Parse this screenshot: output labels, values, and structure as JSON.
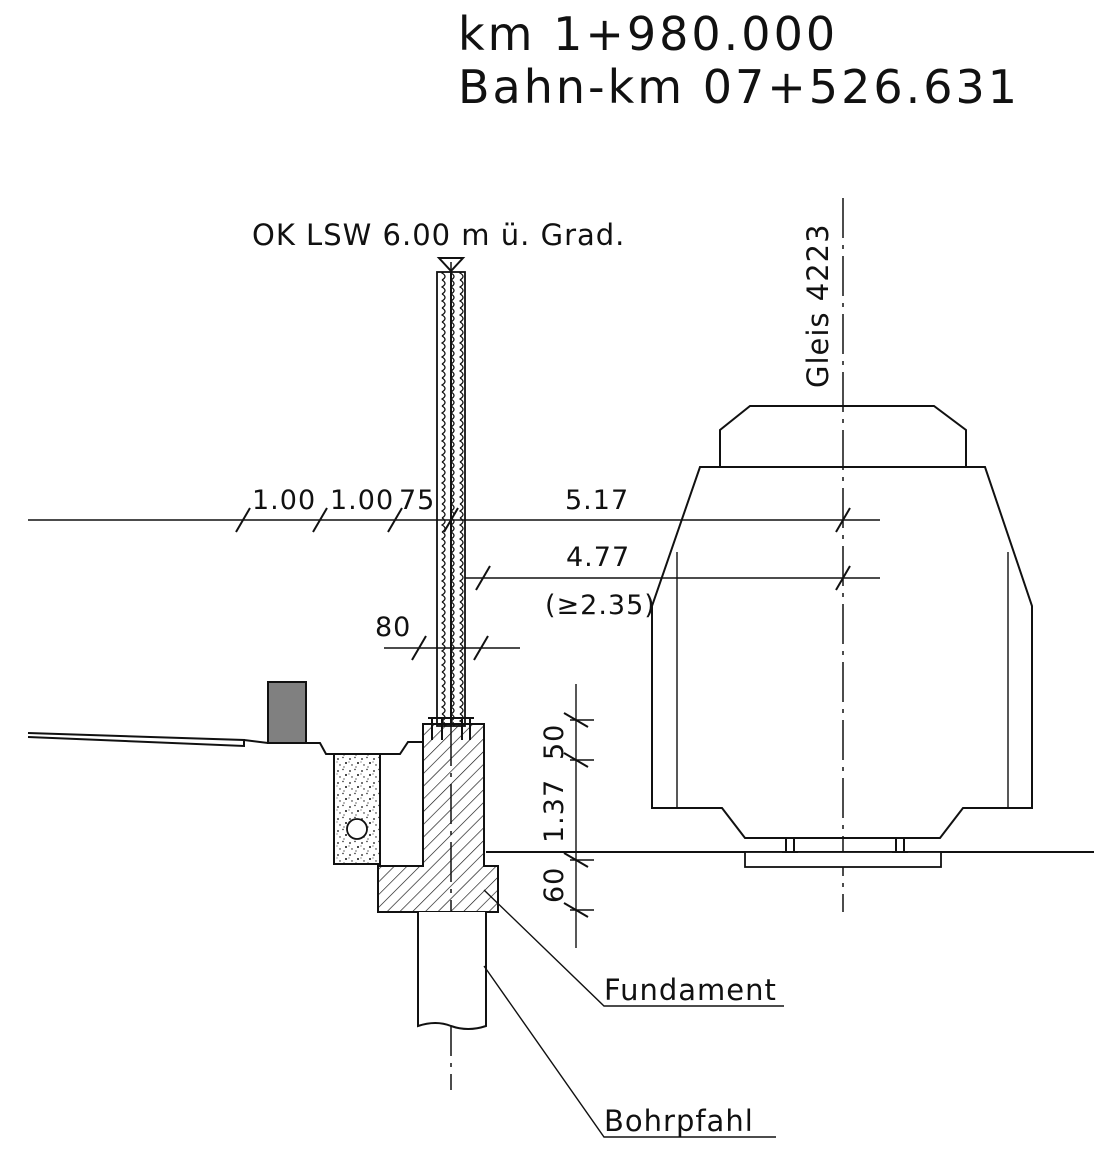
{
  "heading": {
    "station": "km 1+980.000",
    "rail_station": "Bahn-km 07+526.631"
  },
  "labels": {
    "wall_top": "OK LSW 6.00 m ü. Grad.",
    "track": "Gleis 4223",
    "foundation": "Fundament",
    "bored_pile": "Bohrpfahl"
  },
  "dimensions": {
    "d1": "1.00",
    "d2": "1.00",
    "d3": "75",
    "d4": "5.17",
    "d5": "4.77",
    "d5_min": "(≥2.35)",
    "d6": "80",
    "d7": "50",
    "d8": "1.37",
    "d9": "60"
  },
  "colors": {
    "line": "#111111",
    "kerb_fill": "#808080"
  }
}
